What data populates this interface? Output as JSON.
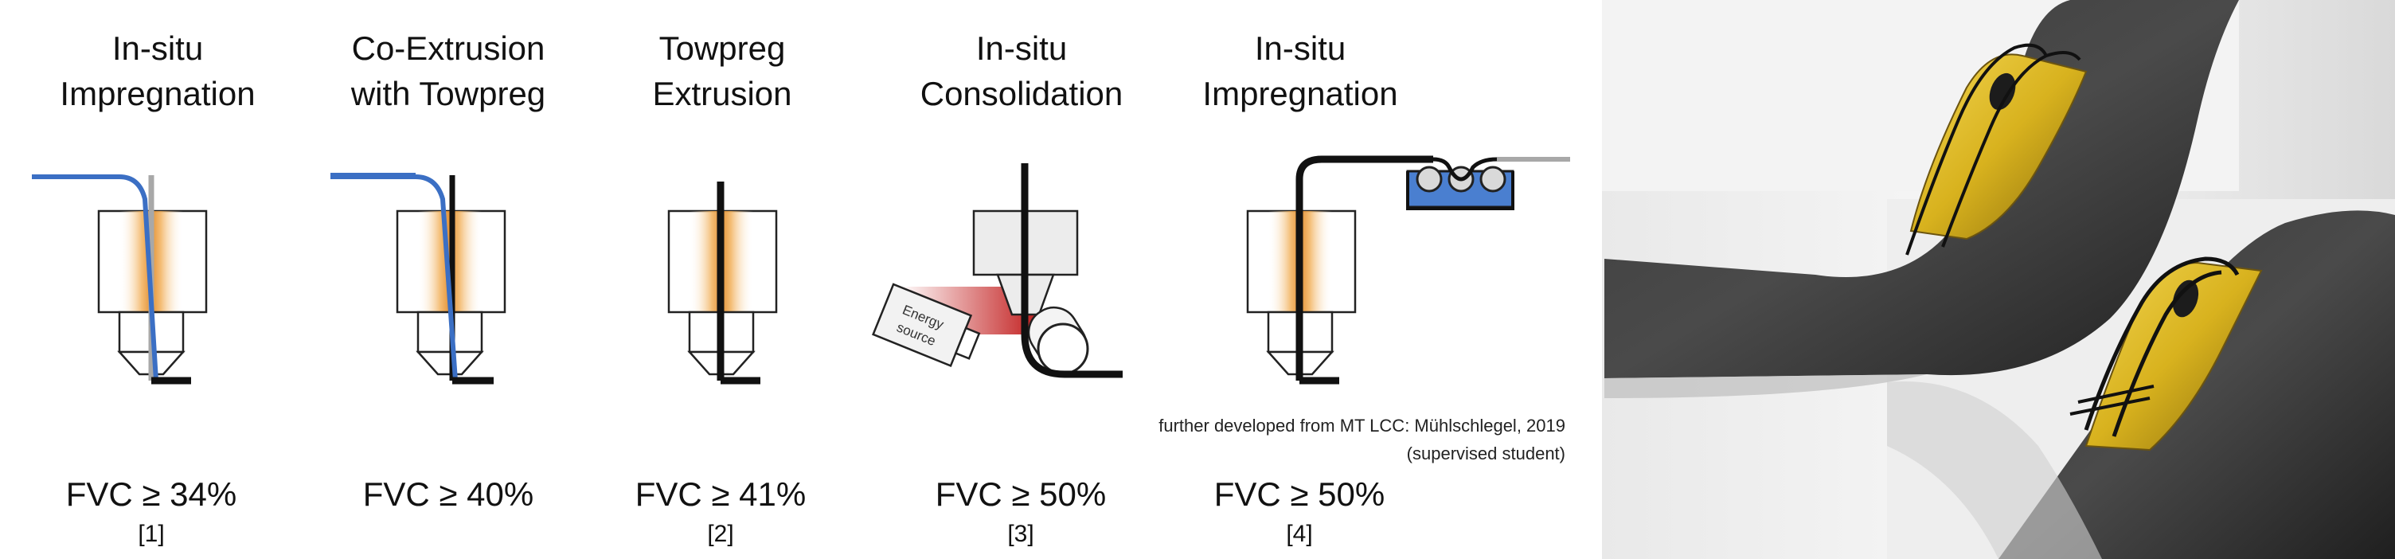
{
  "methods": [
    {
      "title_line1": "In-situ",
      "title_line2": "Impregnation",
      "fvc": "FVC ≥ 34%",
      "ref": "[1]"
    },
    {
      "title_line1": "Co-Extrusion",
      "title_line2": "with Towpreg",
      "fvc": "FVC ≥ 40%",
      "ref": ""
    },
    {
      "title_line1": "Towpreg",
      "title_line2": "Extrusion",
      "fvc": "FVC ≥ 41%",
      "ref": "[2]"
    },
    {
      "title_line1": "In-situ",
      "title_line2": "Consolidation",
      "fvc": "FVC ≥ 50%",
      "ref": "[3]"
    },
    {
      "title_line1": "In-situ",
      "title_line2": "Impregnation",
      "fvc": "FVC ≥ 50%",
      "ref": "[4]"
    }
  ],
  "energy_source": {
    "line1": "Energy",
    "line2": "source"
  },
  "credit": {
    "line1": "further developed from MT LCC: Mühlschlegel, 2019",
    "line2": "(supervised student)"
  },
  "colors": {
    "fiber_blue": "#3b6fc4",
    "filament_black": "#111111",
    "filament_grey": "#a8a8a8",
    "impregnation_bath": "#4a7fd0",
    "heat_orange": "#f2b15c",
    "laser_red": "#c01818",
    "gold_part": "#d8b21e",
    "laminate": "#2e2e2e"
  }
}
